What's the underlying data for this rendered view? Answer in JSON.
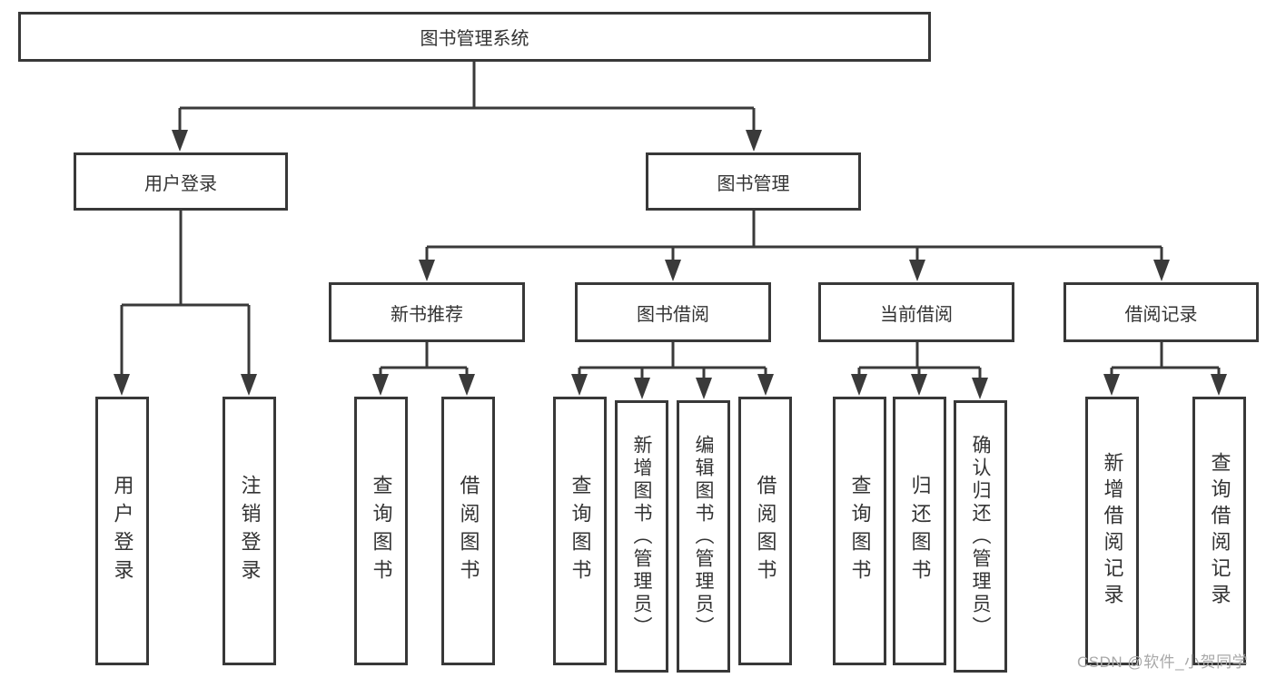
{
  "diagram": {
    "type": "tree",
    "line_color": "#3a3a3a",
    "text_color": "#333333",
    "root": {
      "label": "图书管理系统"
    },
    "branches": [
      {
        "label": "用户登录",
        "children": [
          {
            "label": "用户登录"
          },
          {
            "label": "注销登录"
          }
        ]
      },
      {
        "label": "图书管理",
        "children": [
          {
            "label": "新书推荐",
            "children": [
              {
                "label": "查询图书"
              },
              {
                "label": "借阅图书"
              }
            ]
          },
          {
            "label": "图书借阅",
            "children": [
              {
                "label": "查询图书"
              },
              {
                "label": "新增图书（管理员）"
              },
              {
                "label": "编辑图书（管理员）"
              },
              {
                "label": "借阅图书"
              }
            ]
          },
          {
            "label": "当前借阅",
            "children": [
              {
                "label": "查询图书"
              },
              {
                "label": "归还图书"
              },
              {
                "label": "确认归还（管理员）"
              }
            ]
          },
          {
            "label": "借阅记录",
            "children": [
              {
                "label": "新增借阅记录"
              },
              {
                "label": "查询借阅记录"
              }
            ]
          }
        ]
      }
    ]
  },
  "watermark": {
    "text": "CSDN @软件_小贺同学"
  }
}
